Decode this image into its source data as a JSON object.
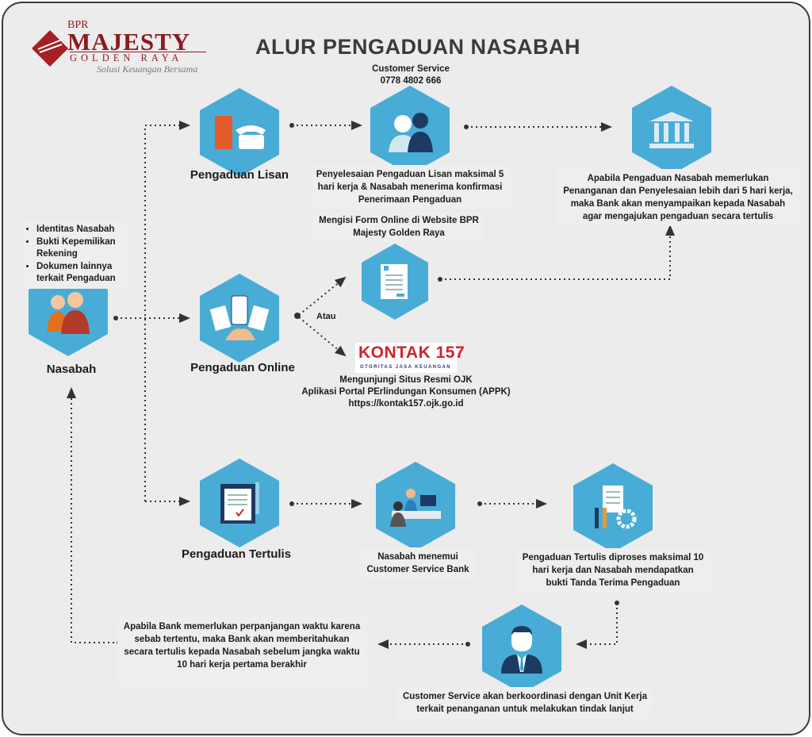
{
  "logo": {
    "prefix": "BPR",
    "name": "MAJESTY",
    "sub": "GOLDEN RAYA",
    "tagline": "Solusi Keuangan Bersama"
  },
  "title": "ALUR PENGADUAN NASABAH",
  "nasabah": {
    "label": "Nasabah",
    "requirements": [
      "Identitas Nasabah",
      "Bukti Kepemilikan Rekening",
      "Dokumen lainnya terkait Pengaduan"
    ]
  },
  "lisan": {
    "label": "Pengaduan Lisan",
    "cs_title": "Customer Service",
    "cs_phone": "0778 4802 666",
    "desc": [
      "Penyelesaian Pengaduan Lisan maksimal 5",
      "hari kerja & Nasabah menerima konfirmasi",
      "Penerimaan Pengaduan"
    ],
    "bank_desc": [
      "Apabila Pengaduan Nasabah memerlukan",
      "Penanganan dan Penyelesaian lebih dari 5 hari kerja,",
      "maka Bank akan menyampaikan kepada Nasabah",
      "agar mengajukan pengaduan secara tertulis"
    ]
  },
  "online": {
    "label": "Pengaduan Online",
    "or": "Atau",
    "form_desc": [
      "Mengisi Form Online di Website BPR",
      "Majesty Golden Raya"
    ],
    "kontak_logo": "KONTAK 157",
    "kontak_sub": "OTORITAS JASA KEUANGAN",
    "ojk_desc": [
      "Mengunjungi Situs Resmi OJK",
      "Aplikasi Portal PErlindungan Konsumen (APPK)",
      "https://kontak157.ojk.go.id"
    ]
  },
  "tertulis": {
    "label": "Pengaduan Tertulis",
    "cs_desc": [
      "Nasabah menemui",
      "Customer Service Bank"
    ],
    "process_desc": [
      "Pengaduan Tertulis diproses maksimal 10",
      "hari kerja dan Nasabah mendapatkan",
      "bukti Tanda Terima Pengaduan"
    ],
    "coord_desc": [
      "Customer Service akan berkoordinasi dengan Unit Kerja",
      "terkait penanganan untuk melakukan tindak lanjut"
    ],
    "extension_desc": [
      "Apabila Bank memerlukan perpanjangan waktu karena",
      "sebab tertentu, maka Bank akan memberitahukan",
      "secara tertulis kepada Nasabah sebelum jangka waktu",
      "10 hari kerja pertama berakhir"
    ]
  },
  "colors": {
    "hex": "#48acd6",
    "brand": "#8b1a1f",
    "kontak": "#d0232b"
  }
}
